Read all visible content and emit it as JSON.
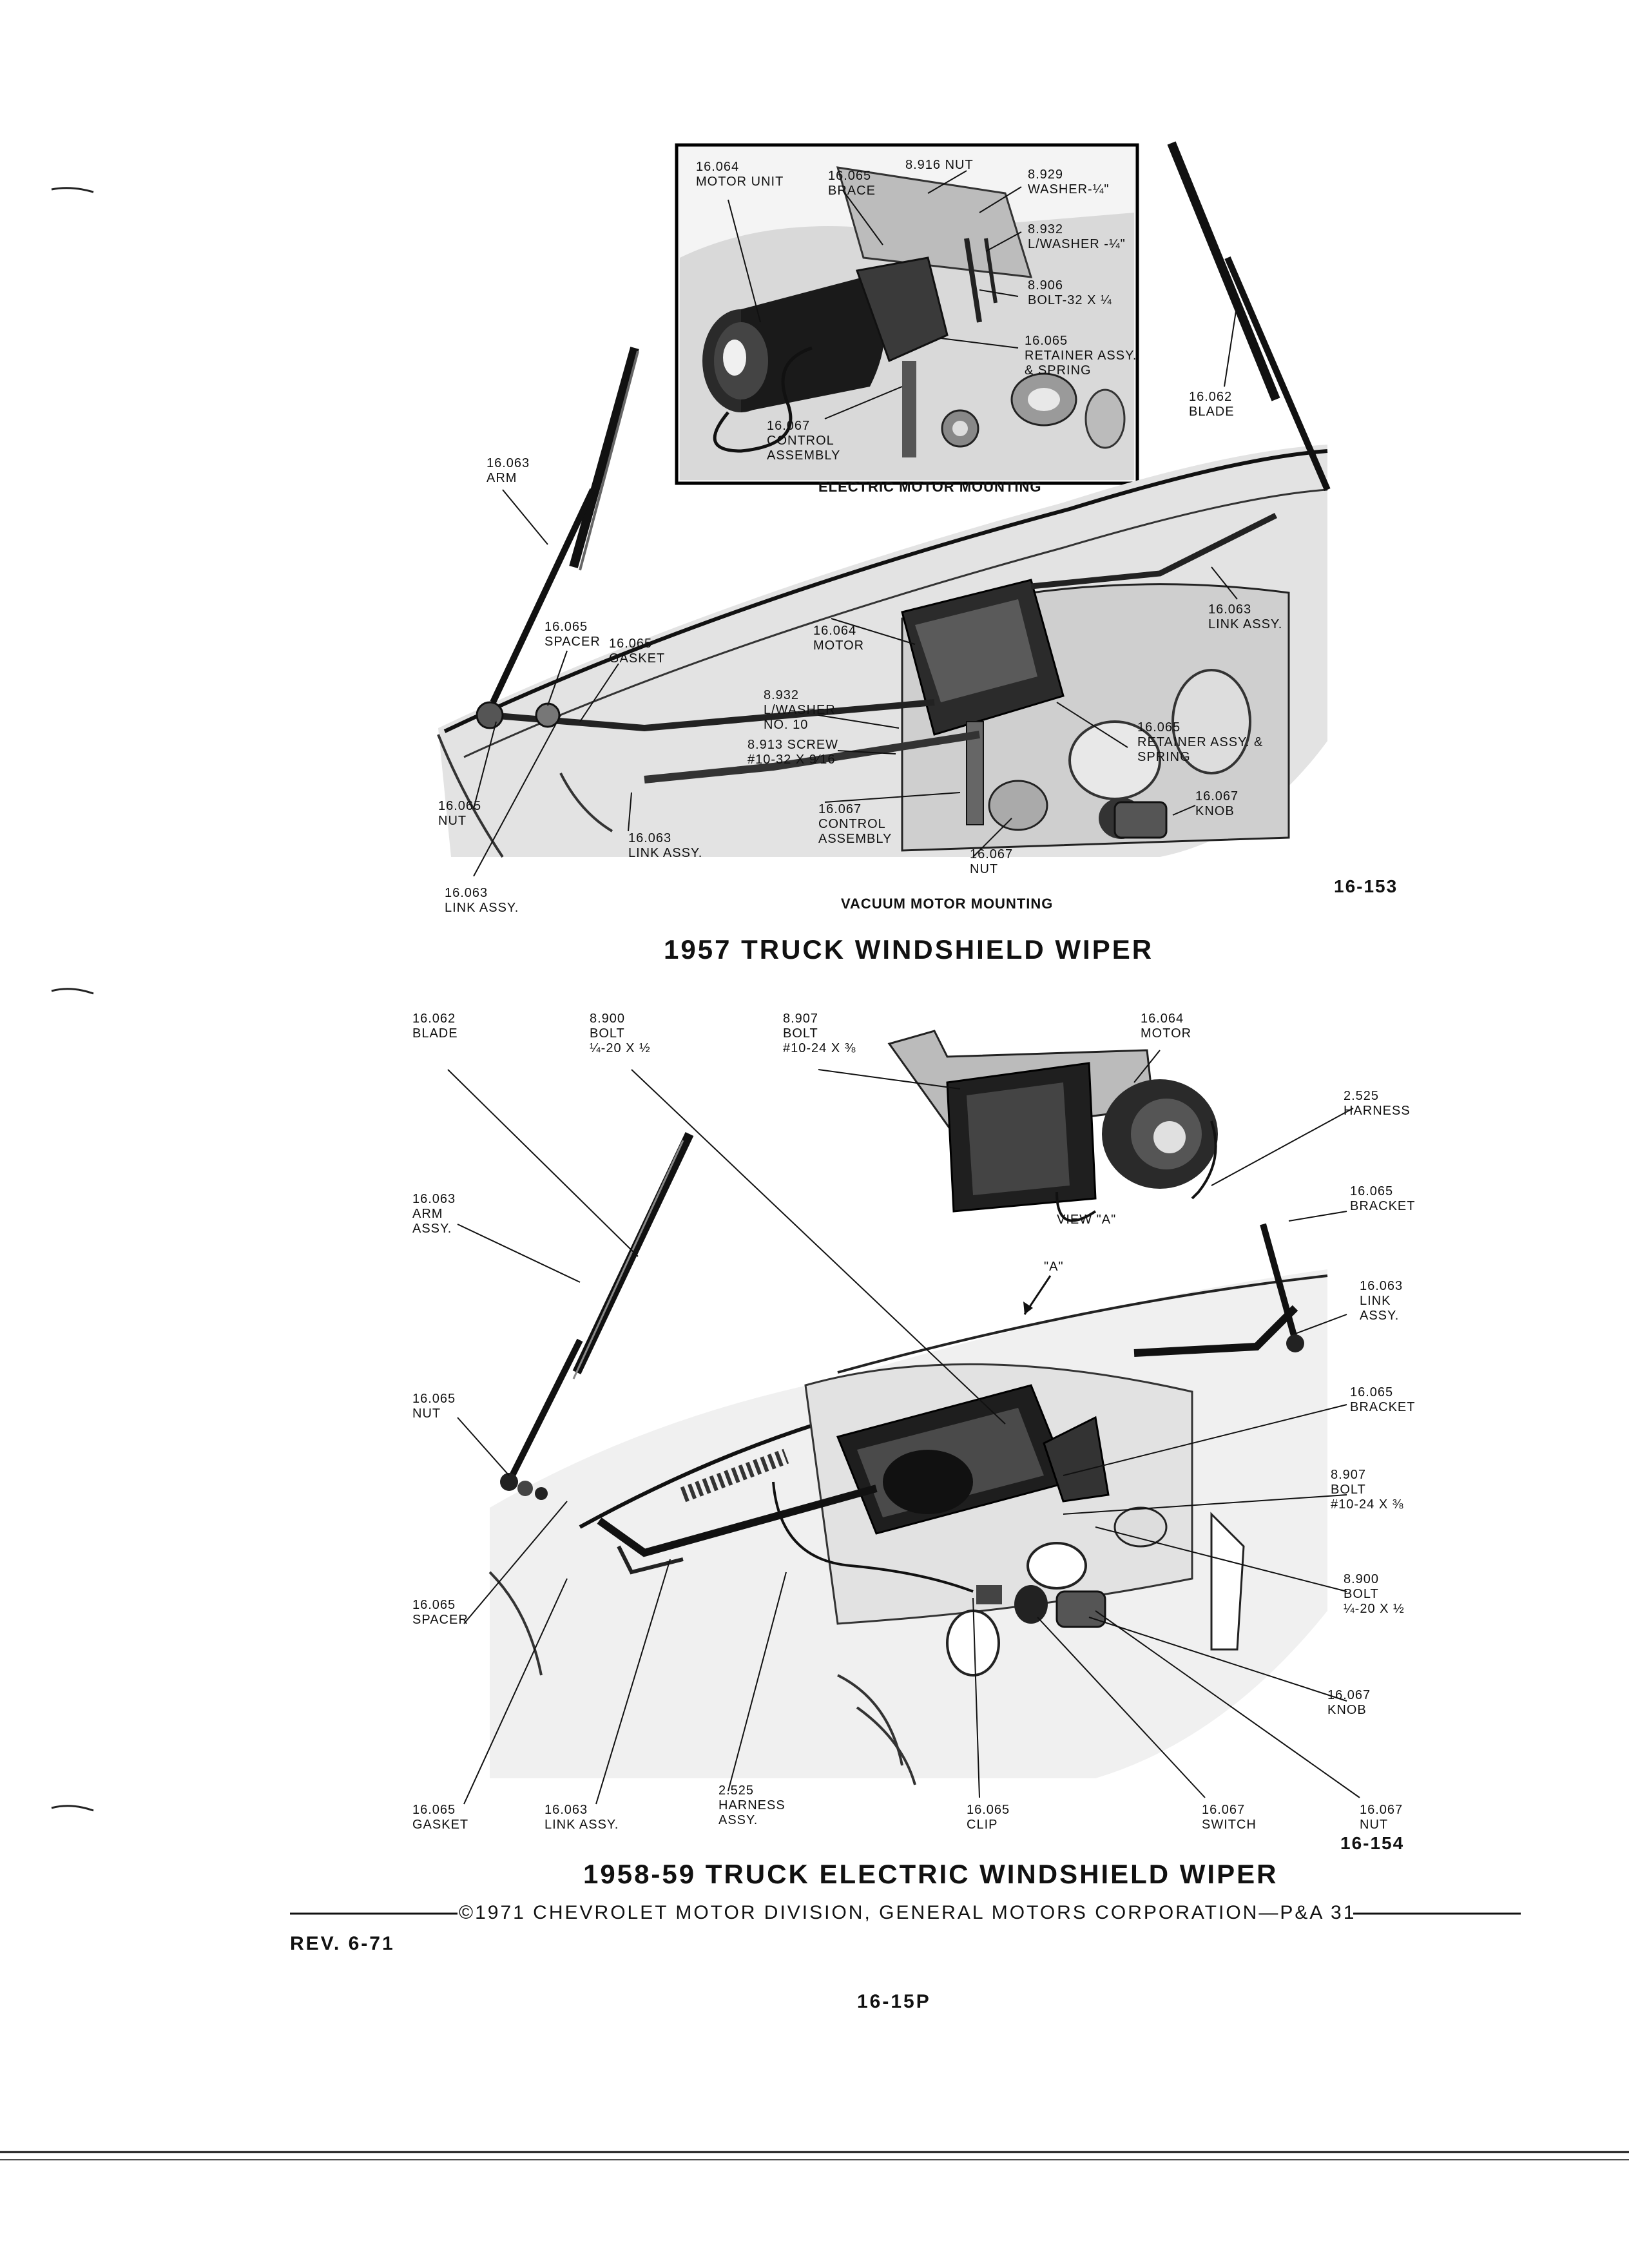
{
  "figure_top": {
    "inset_caption": "ELECTRIC MOTOR MOUNTING",
    "main_caption": "VACUUM MOTOR MOUNTING",
    "figure_number": "16-153",
    "title": "1957 TRUCK WINDSHIELD WIPER",
    "labels": [
      {
        "id": "t_motor_unit",
        "text": "16.064\nMOTOR UNIT"
      },
      {
        "id": "t_brace",
        "text": "16.065\nBRACE"
      },
      {
        "id": "t_nut_8916",
        "text": "8.916 NUT"
      },
      {
        "id": "t_washer_8929",
        "text": "8.929\nWASHER-¼\""
      },
      {
        "id": "t_lwasher_8932",
        "text": "8.932\nL/WASHER -¼\""
      },
      {
        "id": "t_bolt_8906",
        "text": "8.906\nBOLT-32 x ¼"
      },
      {
        "id": "t_retainer_inset",
        "text": "16.065\nRETAINER ASSY.\n& SPRING"
      },
      {
        "id": "t_control_inset",
        "text": "16.067\nCONTROL\nASSEMBLY"
      },
      {
        "id": "t_blade",
        "text": "16.062\nBLADE"
      },
      {
        "id": "t_arm",
        "text": "16.063\nARM"
      },
      {
        "id": "t_link_assy_right",
        "text": "16.063\nLINK ASSY."
      },
      {
        "id": "t_spacer",
        "text": "16.065\nSPACER"
      },
      {
        "id": "t_gasket",
        "text": "16.065\nGASKET"
      },
      {
        "id": "t_motor",
        "text": "16.064\nMOTOR"
      },
      {
        "id": "t_lwasher_no10",
        "text": "8.932\nL/WASHER\nNO. 10"
      },
      {
        "id": "t_screw",
        "text": "8.913 SCREW\n#10-32 x 9⁄16"
      },
      {
        "id": "t_retainer_main",
        "text": "16.065\nRETAINER ASSY. &\nSPRING"
      },
      {
        "id": "t_knob",
        "text": "16.067\nKNOB"
      },
      {
        "id": "t_nut_left",
        "text": "16.065\nNUT"
      },
      {
        "id": "t_link_mid",
        "text": "16.063\nLINK ASSY."
      },
      {
        "id": "t_control_main",
        "text": "16.067\nCONTROL\nASSEMBLY"
      },
      {
        "id": "t_nut_16067",
        "text": "16.067\nNUT"
      },
      {
        "id": "t_link_bottom",
        "text": "16.063\nLINK ASSY."
      }
    ]
  },
  "figure_bottom": {
    "view_label": "VIEW \"A\"",
    "view_marker": "\"A\"",
    "figure_number": "16-154",
    "title": "1958-59 TRUCK ELECTRIC WINDSHIELD WIPER",
    "labels": [
      {
        "id": "b_blade",
        "text": "16.062\nBLADE"
      },
      {
        "id": "b_bolt_8900_top",
        "text": "8.900\nBOLT\n¼-20 x ½"
      },
      {
        "id": "b_bolt_8907_top",
        "text": "8.907\nBOLT\n#10-24 x ⅜"
      },
      {
        "id": "b_motor",
        "text": "16.064\nMOTOR"
      },
      {
        "id": "b_harness",
        "text": "2.525\nHARNESS"
      },
      {
        "id": "b_arm",
        "text": "16.063\nARM\nASSY."
      },
      {
        "id": "b_bracket_top",
        "text": "16.065\nBRACKET"
      },
      {
        "id": "b_link_right",
        "text": "16.063\nLINK\nASSY."
      },
      {
        "id": "b_nut",
        "text": "16.065\nNUT"
      },
      {
        "id": "b_bracket_mid",
        "text": "16.065\nBRACKET"
      },
      {
        "id": "b_bolt_8907_mid",
        "text": "8.907\nBOLT\n#10-24 x ⅜"
      },
      {
        "id": "b_bolt_8900_mid",
        "text": "8.900\nBOLT\n¼-20 x ½"
      },
      {
        "id": "b_spacer",
        "text": "16.065\nSPACER"
      },
      {
        "id": "b_knob",
        "text": "16.067\nKNOB"
      },
      {
        "id": "b_gasket",
        "text": "16.065\nGASKET"
      },
      {
        "id": "b_link_bottom",
        "text": "16.063\nLINK ASSY."
      },
      {
        "id": "b_harness_assy",
        "text": "2.525\nHARNESS\nASSY."
      },
      {
        "id": "b_clip",
        "text": "16.065\nCLIP"
      },
      {
        "id": "b_switch",
        "text": "16.067\nSWITCH"
      },
      {
        "id": "b_nut_16067",
        "text": "16.067\nNUT"
      }
    ]
  },
  "footer": {
    "copyright": "©1971 CHEVROLET MOTOR DIVISION, GENERAL MOTORS CORPORATION—P&A 31",
    "revision": "REV. 6-71",
    "page_number": "16-15P"
  }
}
